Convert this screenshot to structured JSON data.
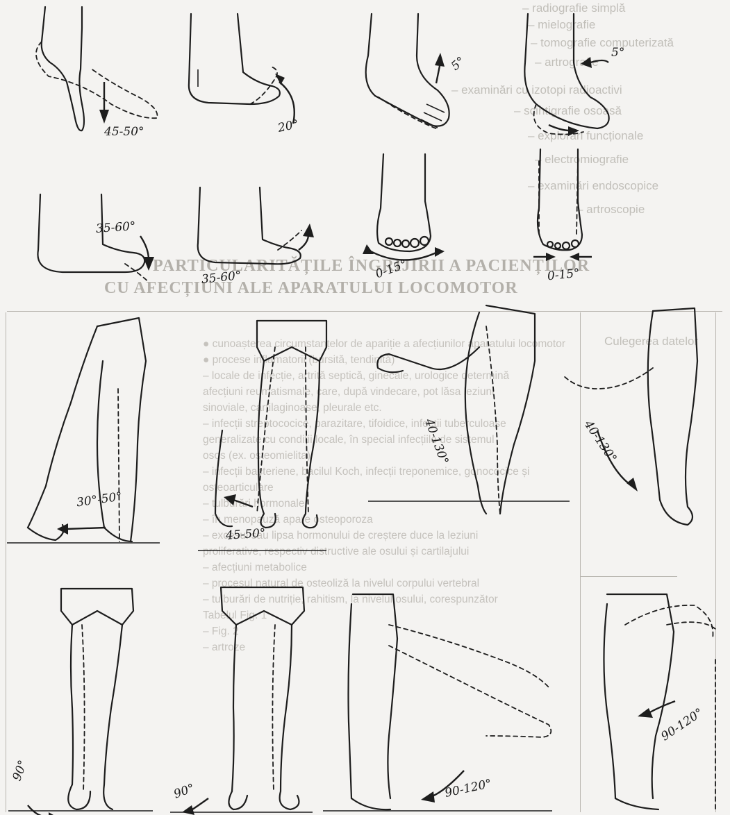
{
  "background_text": {
    "list_top": [
      "– radiografie simplă",
      "– mielografie",
      "– tomografie computerizată",
      "– artrografie",
      "– examinări cu izotopi radioactivi",
      "– scintigrafie osoasă",
      "– explorări funcționale",
      "– electromiografie",
      "– examinări endoscopice",
      "– artroscopie"
    ],
    "heading_line1": "PARTICULARITĂȚILE ÎNGRIJIRII A PACIENȚILOR",
    "heading_line2": "CU AFECȚIUNI ALE APARATULUI LOCOMOTOR",
    "table_left_label": "Culegerea datelor",
    "paragraph": [
      "● cunoașterea circumstanțelor de apariție a afecțiunilor aparatului locomotor",
      "● procese inflamatorii (bursită, tendinită)",
      "– locale de infecție, artrită septică, ginecale, urologice determină",
      "afecțiuni reumatismale, care, după vindecare, pot lăsa leziuni",
      "sinoviale, cartilaginoase, pleurale etc.",
      "– infecții streptococice, parazitare, tifoidice, infecții tuberculoase",
      "generalizate cu condiții locale, în special infecțiile de sistemul",
      "osos (ex. osteomielita)",
      "– infecții bacteriene, bacilul Koch, infecții treponemice, gonococice și",
      "osteoarticulare",
      "– tulburări hormonale",
      "– în menopauză apare osteoporoza",
      "– excesul sau lipsa hormonului de creștere duce la leziuni",
      "proliferative, respectiv distructive ale osului și cartilajului",
      "– afecțiuni metabolice",
      "– procesul natural de osteoliză la nivelul corpului vertebral",
      "– tulburări de nutriție, rahitism, la nivelul osului, corespunzător",
      "Tabelul Fig. 1",
      "– Fig. 2",
      "– artroze"
    ]
  },
  "angles": {
    "foot_plantar_flexion": "45-50°",
    "foot_dorsal_flexion": "20°",
    "toes_adduction": "5°",
    "toes_abduction": "5°",
    "toes_flexion": "35-60°",
    "toes_extension": "35-60°",
    "front_rotation": "0-15°",
    "back_rotation": "0-15°",
    "hip_extension": "30°-50°",
    "hip_abduction": "45-50°",
    "knee_flexion_side": "40-130°",
    "knee_flexion_back": "40-130°",
    "hip_internal_rotation": "90°",
    "hip_external_rotation": "90°",
    "hip_flexion_knee_straight": "90-120°",
    "hip_flexion_knee_bent": "90-120°"
  }
}
